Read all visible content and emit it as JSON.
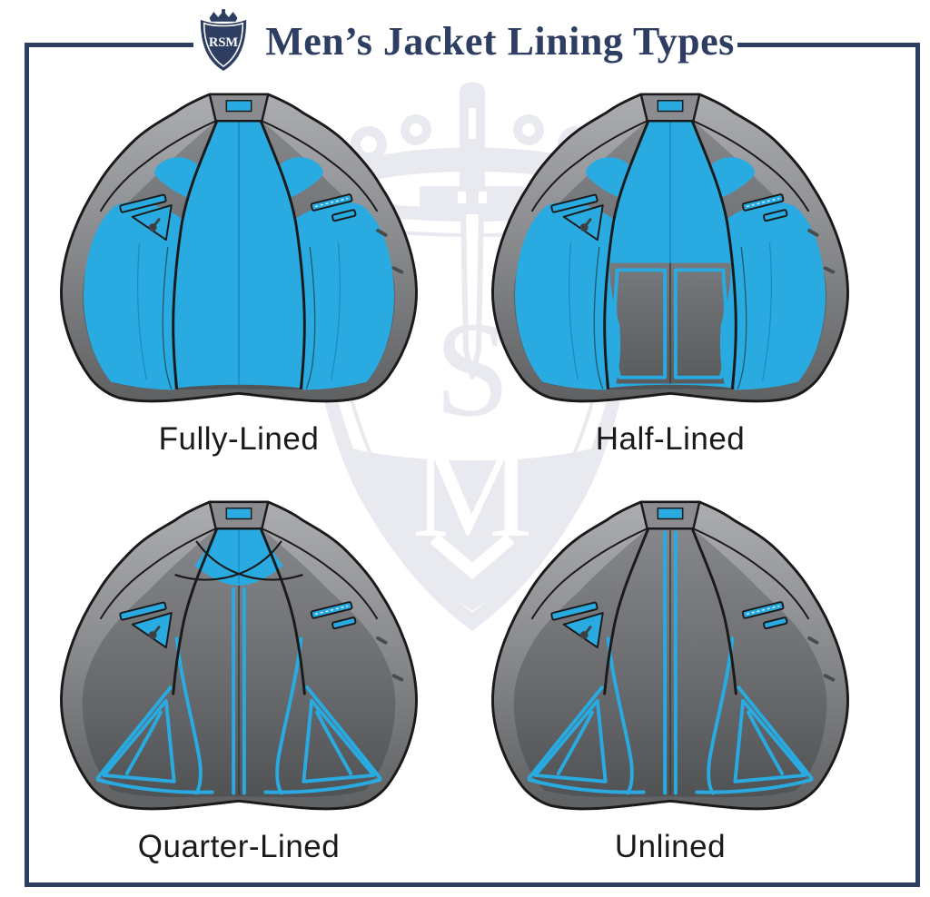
{
  "header": {
    "title": "Men’s Jacket Lining Types",
    "logo_monogram": "RSM"
  },
  "watermark": {
    "letter_top": "S",
    "letter_bottom": "M"
  },
  "jackets": [
    {
      "label": "Fully-Lined"
    },
    {
      "label": "Half-Lined"
    },
    {
      "label": "Quarter-Lined"
    },
    {
      "label": "Unlined"
    }
  ],
  "colors": {
    "accent_blue": "#29ABE2",
    "navy_frame": "#2D3E62",
    "label_text": "#1A1A1A",
    "watermark_gray": "#E8EAF0"
  }
}
